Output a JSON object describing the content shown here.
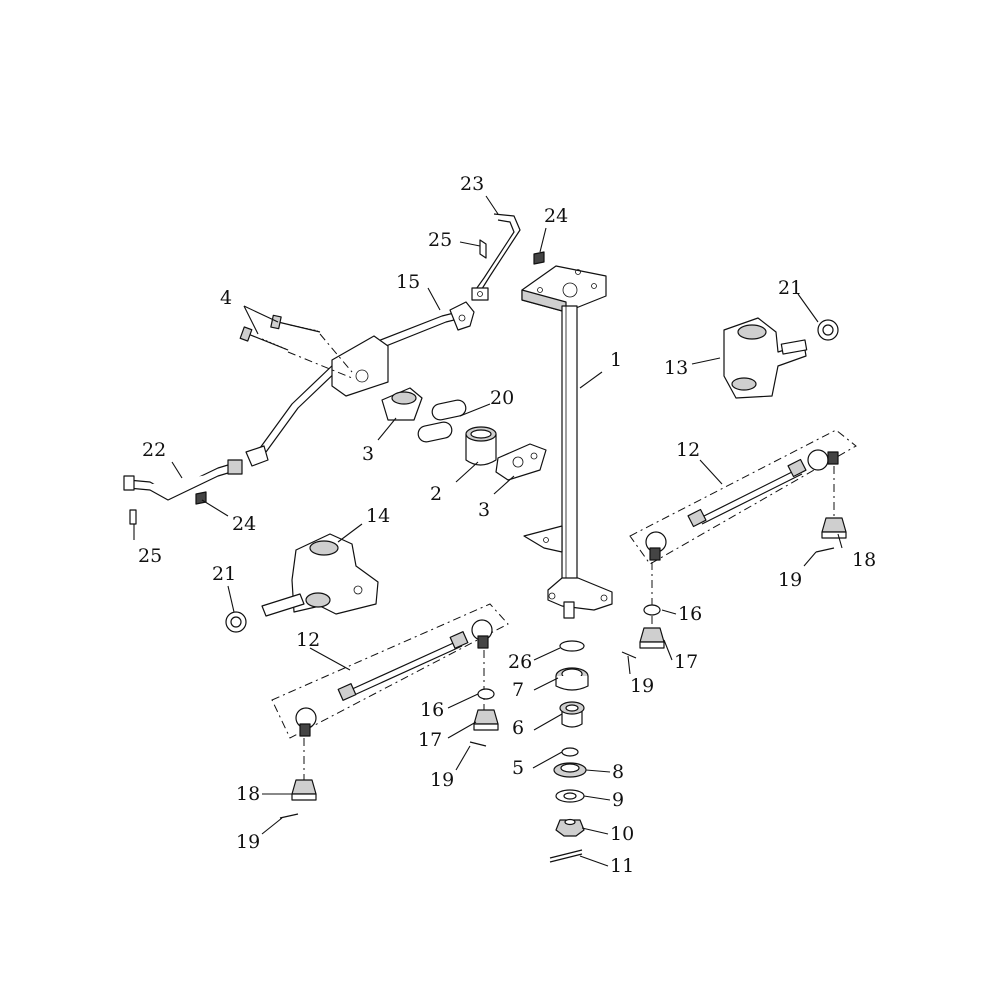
{
  "diagram": {
    "labels": {
      "p1": "1",
      "p2": "2",
      "p3a": "3",
      "p3b": "3",
      "p4": "4",
      "p5": "5",
      "p6": "6",
      "p7": "7",
      "p8": "8",
      "p9": "9",
      "p10": "10",
      "p11": "11",
      "p12a": "12",
      "p12b": "12",
      "p13": "13",
      "p14": "14",
      "p15": "15",
      "p16a": "16",
      "p16b": "16",
      "p17a": "17",
      "p17b": "17",
      "p18a": "18",
      "p18b": "18",
      "p19a": "19",
      "p19b": "19",
      "p19c": "19",
      "p19d": "19",
      "p20": "20",
      "p21a": "21",
      "p21b": "21",
      "p22": "22",
      "p23": "23",
      "p24a": "24",
      "p24b": "24",
      "p25a": "25",
      "p25b": "25",
      "p26": "26"
    }
  }
}
